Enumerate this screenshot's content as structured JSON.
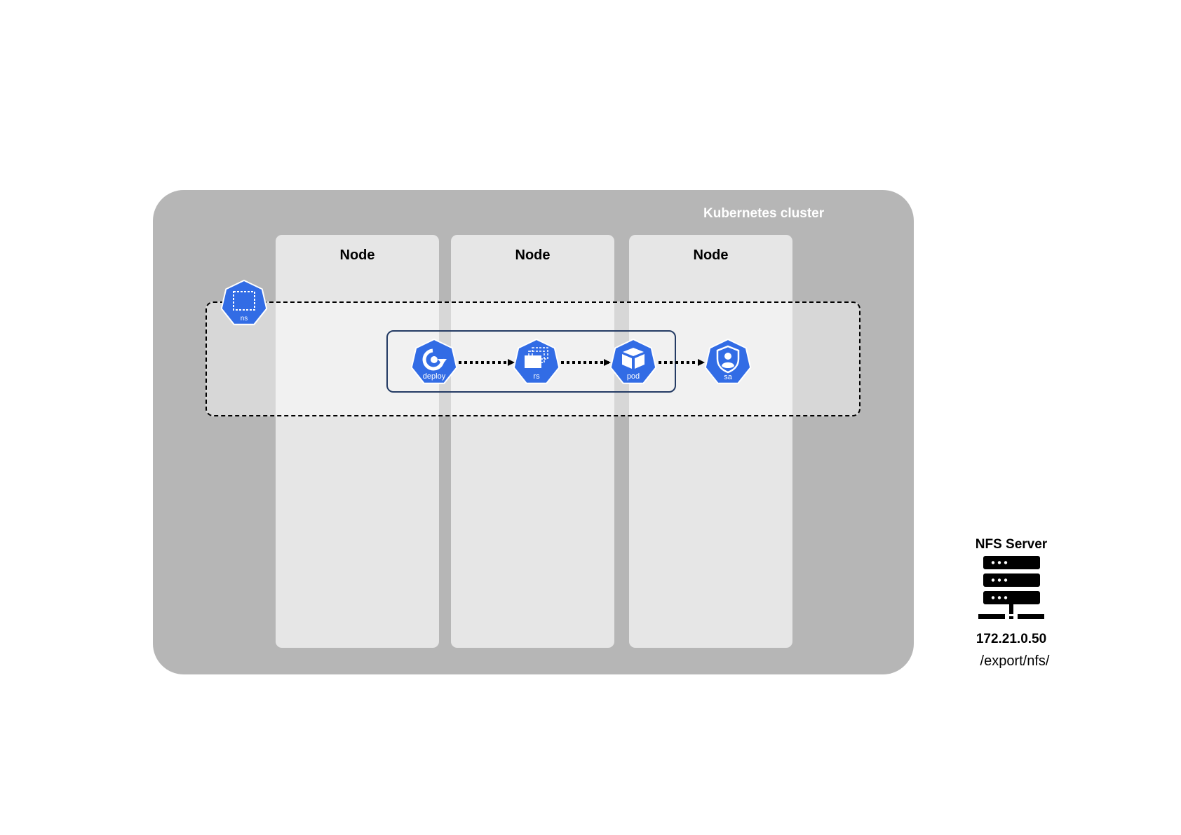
{
  "cluster": {
    "label": "Kubernetes cluster"
  },
  "nodes": [
    {
      "label": "Node"
    },
    {
      "label": "Node"
    },
    {
      "label": "Node"
    }
  ],
  "namespace": {
    "icon": {
      "name": "namespace-icon",
      "label": "ns"
    }
  },
  "resources": [
    {
      "name": "deployment-icon",
      "label": "deploy"
    },
    {
      "name": "replicaset-icon",
      "label": "rs"
    },
    {
      "name": "pod-icon",
      "label": "pod"
    },
    {
      "name": "service-account-icon",
      "label": "sa"
    }
  ],
  "nfs": {
    "title": "NFS Server",
    "ip": "172.21.0.50",
    "path": "/export/nfs/",
    "icon": "server-icon"
  },
  "colors": {
    "cluster_bg": "#b6b6b6",
    "node_bg": "#e6e6e6",
    "k8s_blue": "#326ce5",
    "group_border": "#243b64"
  }
}
